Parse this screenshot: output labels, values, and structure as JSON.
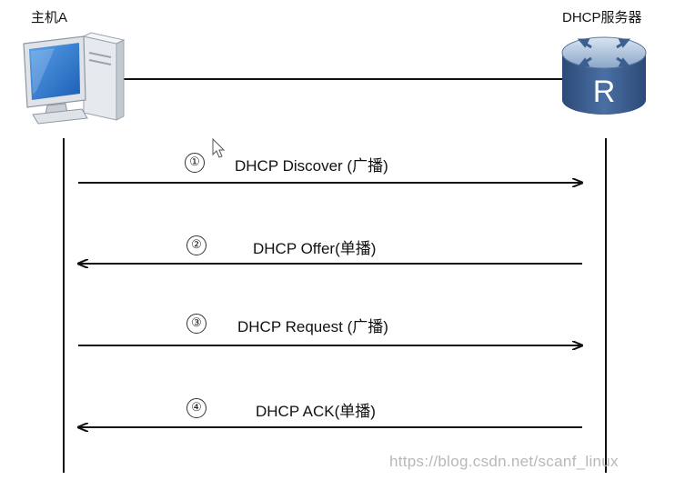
{
  "host": {
    "label": "主机A",
    "icon": "computer-icon"
  },
  "server": {
    "label": "DHCP服务器",
    "icon": "router-icon",
    "router_letter": "R"
  },
  "messages": [
    {
      "num": "①",
      "label": "DHCP Discover (广播)",
      "direction": "host-to-server"
    },
    {
      "num": "②",
      "label": "DHCP Offer(单播)",
      "direction": "server-to-host"
    },
    {
      "num": "③",
      "label": "DHCP Request (广播)",
      "direction": "host-to-server"
    },
    {
      "num": "④",
      "label": "DHCP ACK(单播)",
      "direction": "server-to-host"
    }
  ],
  "watermark": "https://blog.csdn.net/scanf_linux",
  "colors": {
    "line": "#111111",
    "router_blue": "#3d5f8f",
    "computer_blue": "#2d6fc0"
  }
}
